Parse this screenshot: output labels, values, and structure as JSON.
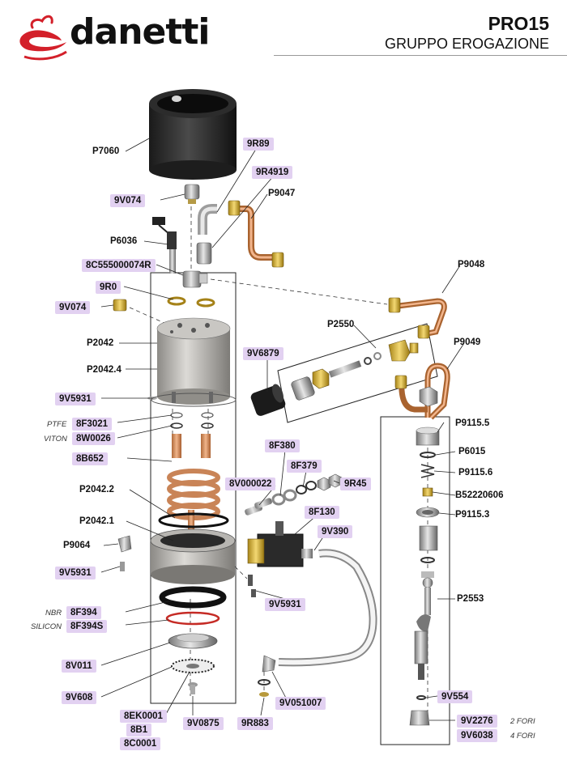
{
  "header": {
    "brand": "danetti",
    "model": "PRO15",
    "section": "GRUPPO EROGAZIONE"
  },
  "colors": {
    "highlight": "#e2d1f1",
    "logo_red": "#d3202a",
    "copper": "#d38a5a",
    "brass": "#d9b23a"
  },
  "parts": {
    "P7060": "P7060",
    "9R89": "9R89",
    "9R4919": "9R4919",
    "9V074_top": "9V074",
    "P9047": "P9047",
    "P6036": "P6036",
    "8C555000074R": "8C555000074R",
    "P9048": "P9048",
    "9R0": "9R0",
    "9V074_side": "9V074",
    "P2042": "P2042",
    "P2550": "P2550",
    "9V6879": "9V6879",
    "P9049": "P9049",
    "P2042_4": "P2042.4",
    "9V5931_a": "9V5931",
    "P9115_5": "P9115.5",
    "8F3021": "8F3021",
    "8W0026": "8W0026",
    "P6015": "P6015",
    "8F380": "8F380",
    "8B652": "8B652",
    "9P115_6": "P9115.6",
    "8F379": "8F379",
    "8V000022": "8V000022",
    "9R45": "9R45",
    "B52220606": "B52220606",
    "P2042_2": "P2042.2",
    "P9115_3": "P9115.3",
    "8F130": "8F130",
    "P2042_1": "P2042.1",
    "9V390": "9V390",
    "P9064": "P9064",
    "9V5931_b": "9V5931",
    "9V5931_c": "9V5931",
    "P2553": "P2553",
    "8F394": "8F394",
    "8F394S": "8F394S",
    "8V011": "8V011",
    "9V608": "9V608",
    "9V554": "9V554",
    "9V051007": "9V051007",
    "8EK0001": "8EK0001",
    "9V0875": "9V0875",
    "9R883": "9R883",
    "9V2276": "9V2276",
    "8B1": "8B1",
    "9V6038": "9V6038",
    "8C0001": "8C0001"
  },
  "notes": {
    "ptfe": "PTFE",
    "viton": "VITON",
    "nbr": "NBR",
    "silicon": "SILICON",
    "fori2": "2 FORI",
    "fori4": "4 FORI"
  }
}
